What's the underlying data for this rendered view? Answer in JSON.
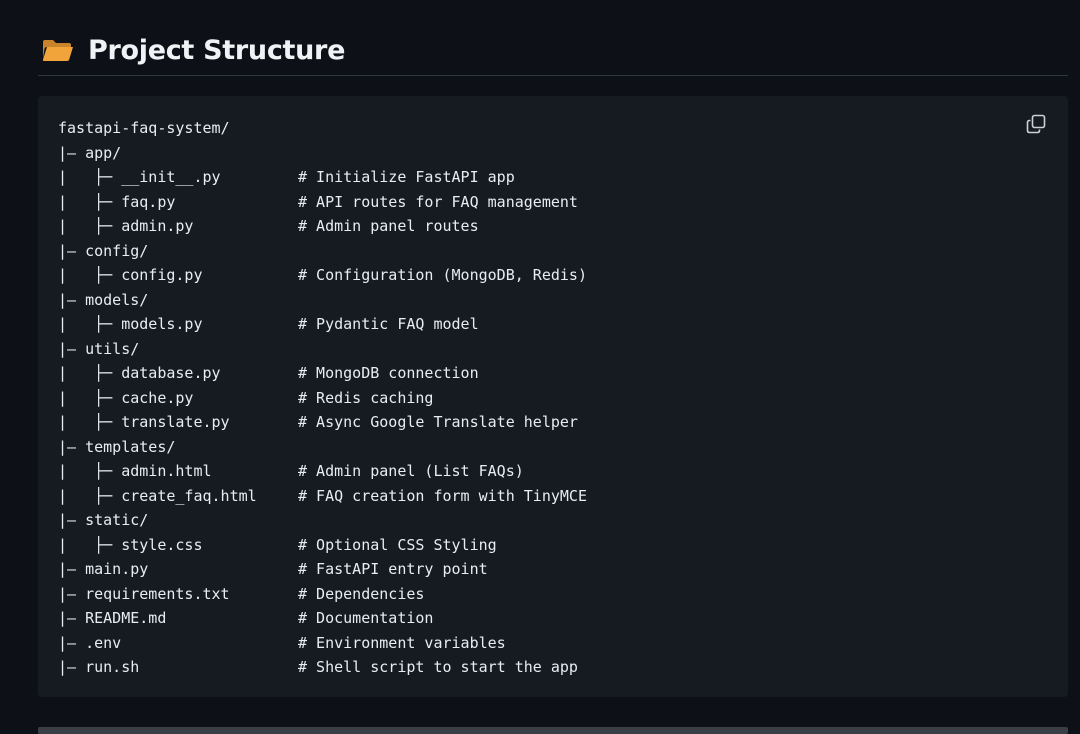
{
  "heading": {
    "icon": "folder-icon",
    "title": "Project Structure"
  },
  "code_block": {
    "copy_icon": "copy-icon",
    "lines": [
      {
        "entry": "fastapi-faq-system/",
        "comment": ""
      },
      {
        "entry": "|— app/",
        "comment": ""
      },
      {
        "entry": "|   ├─ __init__.py",
        "comment": "# Initialize FastAPI app"
      },
      {
        "entry": "|   ├─ faq.py",
        "comment": "# API routes for FAQ management"
      },
      {
        "entry": "|   ├─ admin.py",
        "comment": "# Admin panel routes"
      },
      {
        "entry": "|— config/",
        "comment": ""
      },
      {
        "entry": "|   ├─ config.py",
        "comment": "# Configuration (MongoDB, Redis)"
      },
      {
        "entry": "|— models/",
        "comment": ""
      },
      {
        "entry": "|   ├─ models.py",
        "comment": "# Pydantic FAQ model"
      },
      {
        "entry": "|— utils/",
        "comment": ""
      },
      {
        "entry": "|   ├─ database.py",
        "comment": "# MongoDB connection"
      },
      {
        "entry": "|   ├─ cache.py",
        "comment": "# Redis caching"
      },
      {
        "entry": "|   ├─ translate.py",
        "comment": "# Async Google Translate helper"
      },
      {
        "entry": "|— templates/",
        "comment": ""
      },
      {
        "entry": "|   ├─ admin.html",
        "comment": "# Admin panel (List FAQs)"
      },
      {
        "entry": "|   ├─ create_faq.html",
        "comment": "# FAQ creation form with TinyMCE"
      },
      {
        "entry": "|— static/",
        "comment": ""
      },
      {
        "entry": "|   ├─ style.css",
        "comment": "# Optional CSS Styling"
      },
      {
        "entry": "|— main.py",
        "comment": "# FastAPI entry point"
      },
      {
        "entry": "|— requirements.txt",
        "comment": "# Dependencies"
      },
      {
        "entry": "|— README.md",
        "comment": "# Documentation"
      },
      {
        "entry": "|— .env",
        "comment": "# Environment variables"
      },
      {
        "entry": "|— run.sh",
        "comment": "# Shell script to start the app"
      }
    ]
  },
  "colors": {
    "page_background": "#0d1117",
    "code_background": "#161b22",
    "text": "#e6edf3",
    "folder_icon": "#f0a43a"
  }
}
